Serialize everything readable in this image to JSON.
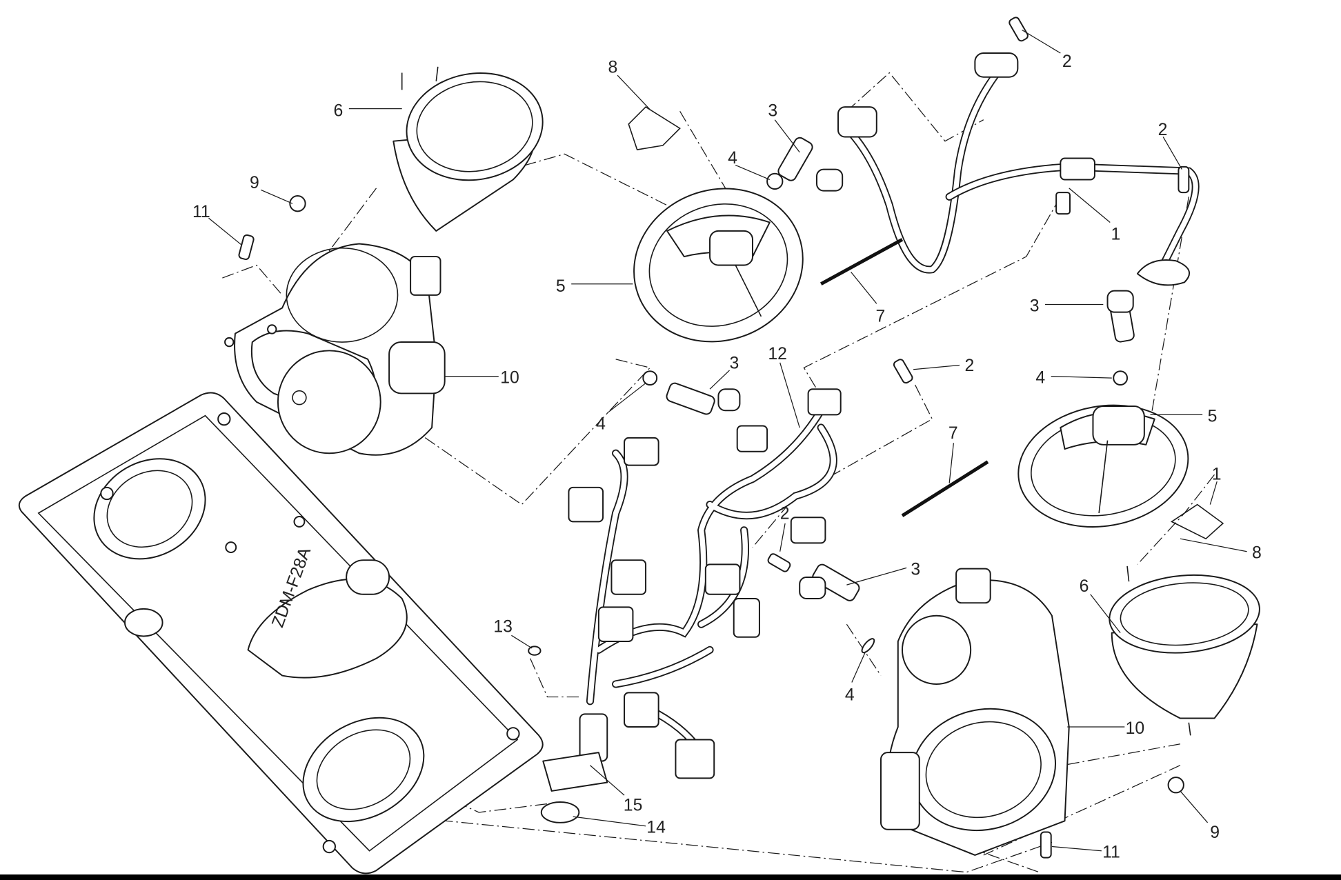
{
  "diagram": {
    "type": "exploded-parts-view",
    "callouts": [
      "2",
      "2",
      "8",
      "3",
      "4",
      "6",
      "9",
      "11",
      "1",
      "5",
      "7",
      "3",
      "10",
      "12",
      "3",
      "2",
      "4",
      "5",
      "4",
      "7",
      "1",
      "8",
      "2",
      "3",
      "6",
      "13",
      "4",
      "10",
      "15",
      "14",
      "9",
      "11"
    ],
    "housing_marking": "ZDM-F28A"
  }
}
